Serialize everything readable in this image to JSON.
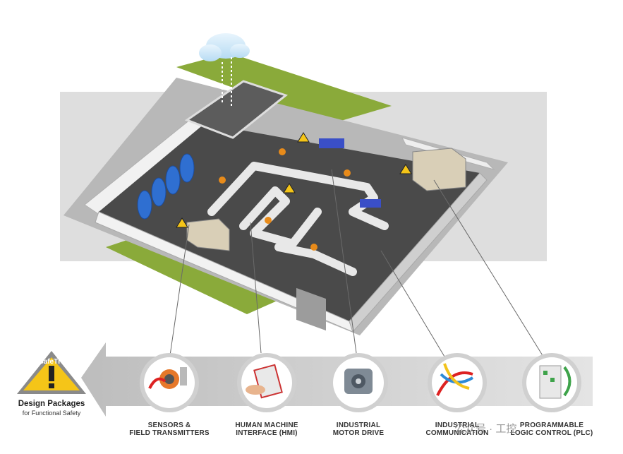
{
  "brand": {
    "logo_text": "SafeTI",
    "logo_tm": "™",
    "title": "Design Packages",
    "subtitle": "for Functional Safety"
  },
  "components": [
    {
      "line1": "SENSORS &",
      "line2": "FIELD TRANSMITTERS",
      "icon": "sensor-icon"
    },
    {
      "line1": "HUMAN MACHINE",
      "line2": "INTERFACE (HMI)",
      "icon": "hmi-icon"
    },
    {
      "line1": "INDUSTRIAL",
      "line2": "MOTOR DRIVE",
      "icon": "motor-icon"
    },
    {
      "line1": "INDUSTRIAL",
      "line2": "COMMUNICATION",
      "icon": "cable-icon"
    },
    {
      "line1": "PROGRAMMABLE",
      "line2": "LOGIC CONTROL (PLC)",
      "icon": "plc-icon"
    }
  ],
  "watermark": "公众号 · 工控",
  "colors": {
    "floor": "#4a4a4a",
    "wall": "#e6e6e6",
    "grass": "#8aaa3a",
    "arrow": "#d3d3d3",
    "warning": "#f5c518",
    "tank": "#2f6fd1"
  }
}
